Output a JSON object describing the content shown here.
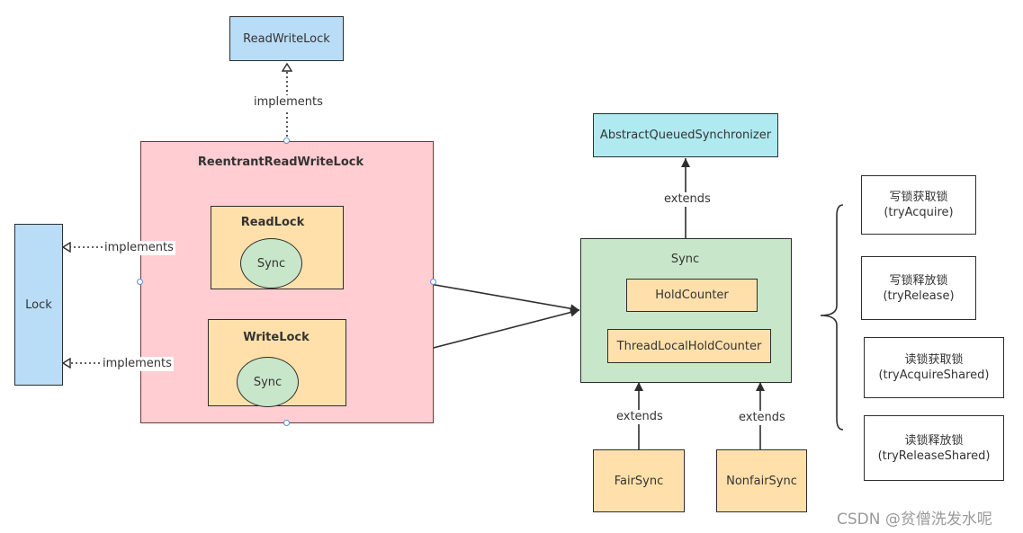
{
  "interfaces": {
    "read_write_lock": "ReadWriteLock",
    "lock": "Lock",
    "aqs": "AbstractQueuedSynchronizer"
  },
  "rrwl": {
    "title": "ReentrantReadWriteLock",
    "read_lock": {
      "title": "ReadLock",
      "inner": "Sync"
    },
    "write_lock": {
      "title": "WriteLock",
      "inner": "Sync"
    }
  },
  "sync": {
    "title": "Sync",
    "hold_counter": "HoldCounter",
    "thread_local_hold_counter": "ThreadLocalHoldCounter"
  },
  "subclasses": {
    "fair": "FairSync",
    "nonfair": "NonfairSync"
  },
  "labels": {
    "implements_top": "implements",
    "implements_read": "implements",
    "implements_write": "implements",
    "extends_aqs": "extends",
    "extends_fair": "extends",
    "extends_nonfair": "extends"
  },
  "notes": [
    {
      "title": "写锁获取锁",
      "method": "(tryAcquire)"
    },
    {
      "title": "写锁释放锁",
      "method": "(tryRelease)"
    },
    {
      "title": "读锁获取锁",
      "method": "(tryAcquireShared)"
    },
    {
      "title": "读锁释放锁",
      "method": "(tryReleaseShared)"
    }
  ],
  "watermark": "CSDN @贫僧洗发水呢"
}
